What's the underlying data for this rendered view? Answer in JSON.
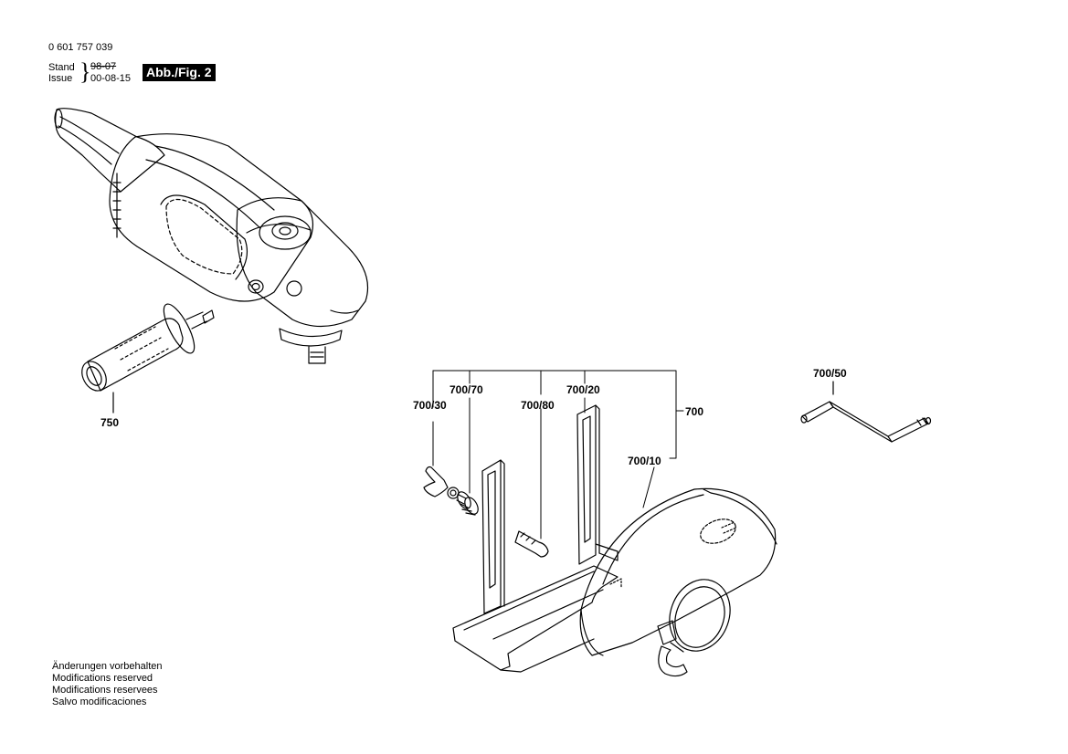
{
  "header": {
    "part_number": "0 601 757 039",
    "stand_label": "Stand",
    "issue_label": "Issue",
    "old_date": "98-07",
    "new_date": "00-08-15",
    "figure_badge": "Abb./Fig. 2"
  },
  "callouts": {
    "c750": "750",
    "c700": "700",
    "c700_10": "700/10",
    "c700_20": "700/20",
    "c700_30": "700/30",
    "c700_50": "700/50",
    "c700_70": "700/70",
    "c700_80": "700/80"
  },
  "notes": [
    "Änderungen vorbehalten",
    "Modifications reserved",
    "Modifications reservees",
    "Salvo modificaciones"
  ]
}
